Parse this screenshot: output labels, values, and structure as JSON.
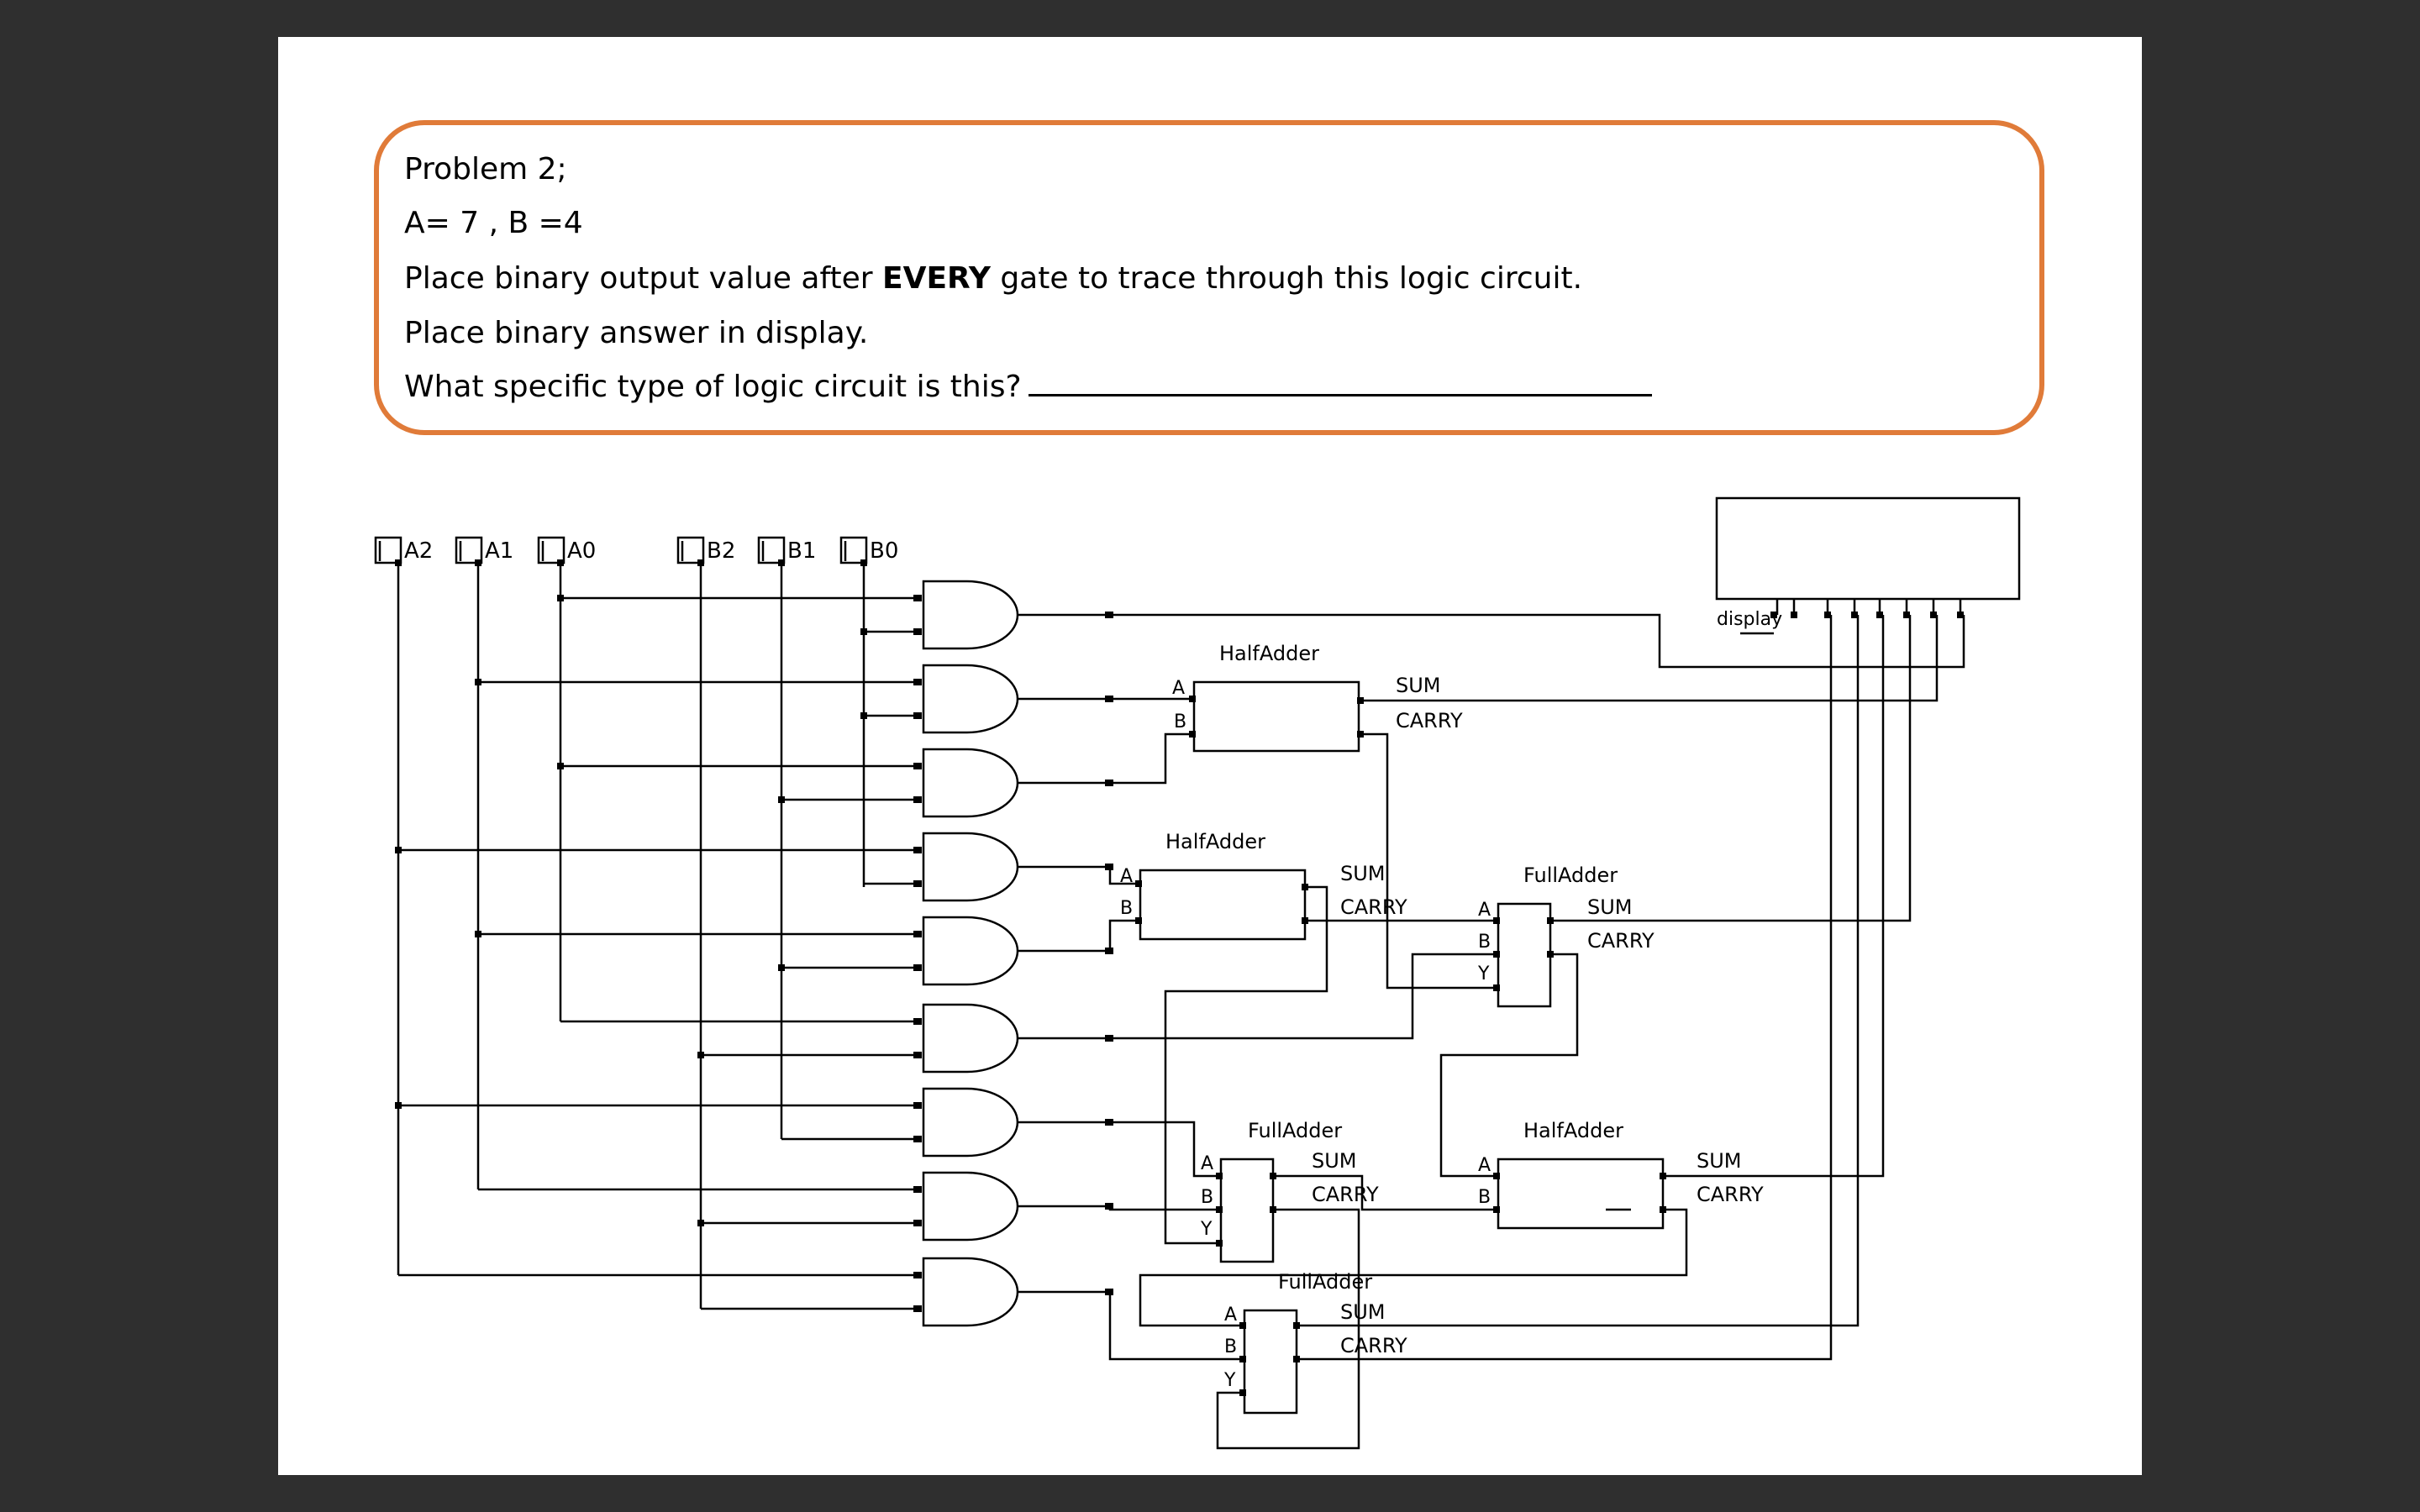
{
  "problem": {
    "title": "Problem 2;",
    "values": "A= 7 , B =4",
    "instruction_pre": "Place binary output value after ",
    "instruction_bold": "EVERY",
    "instruction_post": " gate to trace through this logic circuit.",
    "instruction2": "Place binary answer in display.",
    "question": "What specific type of logic circuit is this?"
  },
  "inputs": {
    "a": [
      "A2",
      "A1",
      "A0"
    ],
    "b": [
      "B2",
      "B1",
      "B0"
    ]
  },
  "display_label": "display",
  "components": {
    "half_adder": "HalfAdder",
    "full_adder": "FullAdder",
    "sum": "SUM",
    "carry": "CARRY",
    "pin_a": "A",
    "pin_b": "B",
    "pin_y": "Y"
  },
  "colors": {
    "box_border": "#e07b39",
    "background": "#2f2f2f",
    "slide": "#ffffff",
    "wire": "#000000"
  }
}
